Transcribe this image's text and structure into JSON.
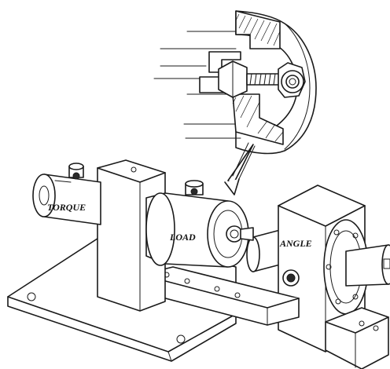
{
  "labels": {
    "torque": "TORQUE",
    "load": "LOAD",
    "angle": "ANGLE"
  },
  "colors": {
    "ink": "#1a1a1a",
    "paper": "#ffffff"
  }
}
